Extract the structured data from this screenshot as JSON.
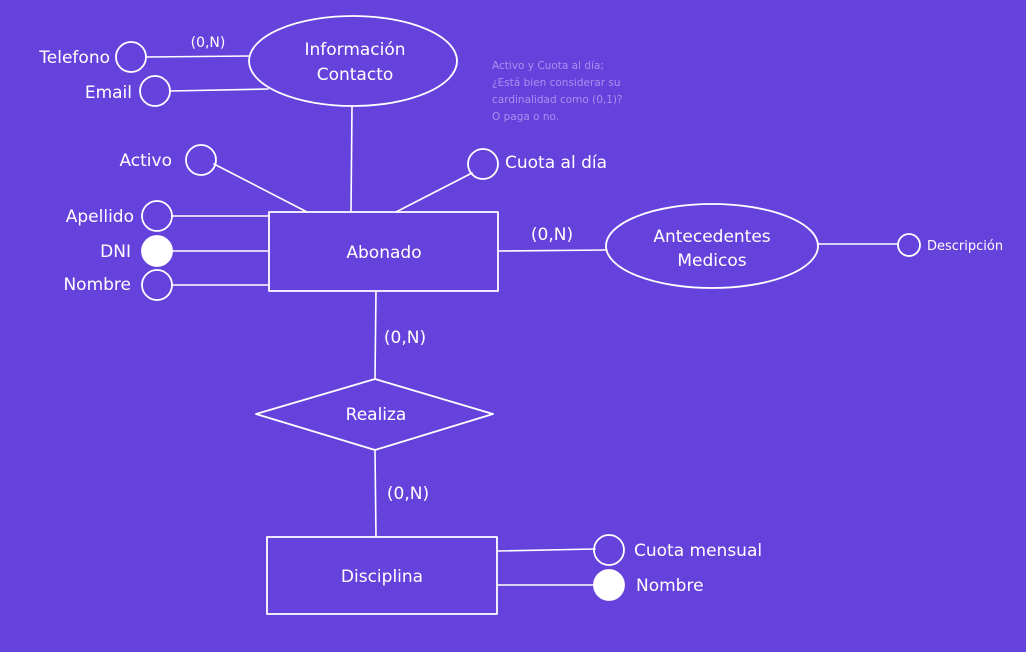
{
  "entities": {
    "abonado": "Abonado",
    "disciplina": "Disciplina"
  },
  "relationships": {
    "realiza": "Realiza"
  },
  "multivalued": {
    "informacion_contacto": [
      "Información",
      "Contacto"
    ],
    "antecedentes_medicos": [
      "Antecedentes",
      "Medicos"
    ]
  },
  "attributes": {
    "telefono": "Telefono",
    "email": "Email",
    "activo": "Activo",
    "cuota_al_dia": "Cuota al día",
    "apellido": "Apellido",
    "dni": "DNI",
    "nombre_abonado": "Nombre",
    "descripcion": "Descripción",
    "cuota_mensual": "Cuota mensual",
    "nombre_disciplina": "Nombre"
  },
  "cardinalities": {
    "contacto": "(0,N)",
    "antecedentes": "(0,N)",
    "abonado_realiza": "(0,N)",
    "realiza_disciplina": "(0,N)"
  },
  "note": [
    "Activo y Cuota al día;",
    "¿Está bien considerar su",
    "cardinalidad como (0,1)?",
    "O paga o no."
  ],
  "colors": {
    "background": "#6642dc",
    "stroke": "#ffffff",
    "note_text": "#a98ff0"
  }
}
